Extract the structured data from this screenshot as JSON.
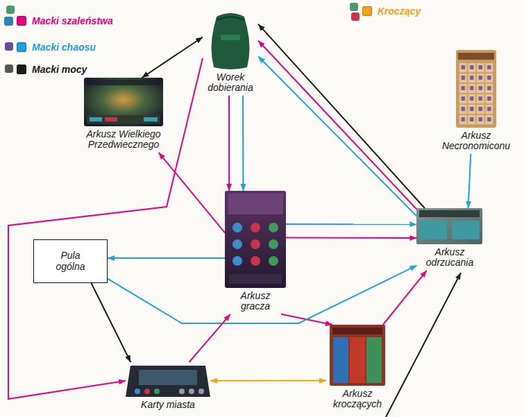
{
  "diagram": {
    "nodes": [
      {
        "text": [
          "Worek dobierania"
        ]
      },
      {
        "text": [
          "Arkusz Wielkiego Przedwiecznego"
        ]
      },
      {
        "text": [
          "Arkusz Necronomiconu"
        ]
      },
      {
        "text": [
          "Pula ogólna"
        ]
      },
      {
        "text": [
          "Arkusz gracza"
        ]
      },
      {
        "text": [
          "Arkusz odrzucania"
        ]
      },
      {
        "text": [
          "Karty miasta"
        ]
      },
      {
        "text": [
          "Arkusz kroczących"
        ]
      }
    ],
    "edges": [
      {
        "from": 0,
        "to": 1,
        "arrow": "both"
      },
      {
        "from": 0,
        "to": 4,
        "arrow": "to"
      },
      {
        "from": 0,
        "to": 4,
        "arrow": "to"
      },
      {
        "from": 0,
        "to": 6,
        "arrow": "to"
      },
      {
        "from": 4,
        "to": 1,
        "arrow": "to"
      },
      {
        "from": 4,
        "to": 5,
        "arrow": "to"
      },
      {
        "from": 4,
        "to": 5,
        "arrow": "to"
      },
      {
        "from": 4,
        "to": 3,
        "arrow": "to"
      },
      {
        "from": 4,
        "to": 7,
        "arrow": "to"
      },
      {
        "from": 3,
        "to": 6,
        "arrow": "to"
      },
      {
        "from": 3,
        "to": 5,
        "arrow": "to"
      },
      {
        "from": 2,
        "to": 5,
        "arrow": "to"
      },
      {
        "from": 5,
        "to": 0,
        "arrow": "to"
      },
      {
        "from": 5,
        "to": 0,
        "arrow": "to"
      },
      {
        "from": 5,
        "to": 0,
        "arrow": "to"
      },
      {
        "from": 6,
        "to": 4,
        "arrow": "to"
      },
      {
        "from": 7,
        "to": 5,
        "arrow": "to"
      },
      {
        "from": 6,
        "to": 7,
        "arrow": "both"
      }
    ],
    "legend": [
      {
        "text": "Macki szaleństwa",
        "color": "#e5007d"
      },
      {
        "text": "Macki chaosu",
        "color": "#1ba1e2"
      },
      {
        "text": "Macki mocy",
        "color": "#1a1a1a"
      },
      {
        "text": "Kroczący",
        "color": "#f2a30f"
      }
    ]
  }
}
